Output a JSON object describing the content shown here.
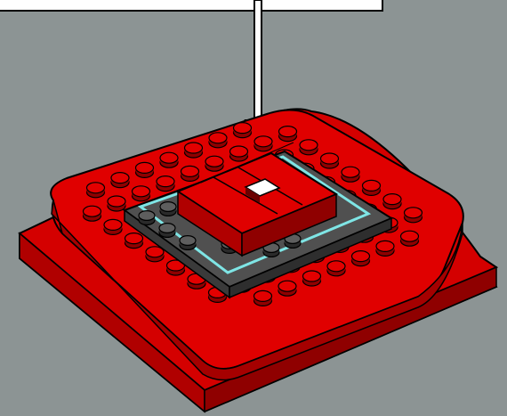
{
  "instruction": {
    "step_text": "",
    "callout_visible": true
  },
  "colors": {
    "background": "#8c9494",
    "baseplate_red": "#d40000",
    "stud_red": "#e30000",
    "stud_shadow": "#8f0000",
    "plate_dark_gray": "#4a4a4a",
    "stud_dark_gray": "#5e5e5e",
    "highlight_outline": "#7fe5e5",
    "outline": "#000000"
  },
  "icons": {
    "arrow": "down-arrow-icon"
  },
  "parts": [
    {
      "name": "red-rounded-baseplate"
    },
    {
      "name": "dark-gray-plate"
    },
    {
      "name": "red-center-brick-with-hole"
    }
  ]
}
